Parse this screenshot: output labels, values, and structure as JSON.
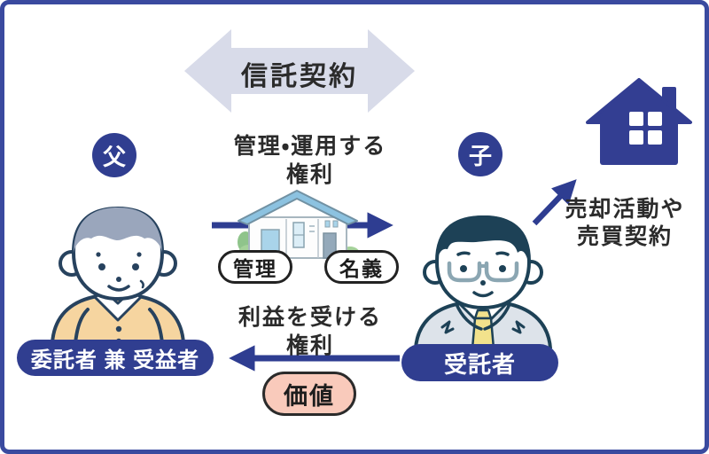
{
  "diagram": {
    "title": "信託契約",
    "father": {
      "badge": "父",
      "role": "委託者 兼 受益者"
    },
    "child": {
      "badge": "子",
      "role": "受託者"
    },
    "manage_right": {
      "line1": "管理・運用する",
      "line2": "権利"
    },
    "benefit_right": {
      "line1": "利益を受ける",
      "line2": "権利"
    },
    "sale_note": {
      "line1": "売却活動や",
      "line2": "売買契約"
    },
    "tags": {
      "manage": "管理",
      "name": "名義",
      "value": "価値"
    },
    "icons": {
      "banner": "double-headed-arrow-icon",
      "middle": "house-illustration",
      "corner": "house-icon"
    },
    "colors": {
      "primary_blue": "#303e90",
      "arrow_blue": "#2e3d91",
      "banner_lavender": "#d8dbe9",
      "value_pink": "#f9cabb",
      "border_blue": "#3a4a9f",
      "text_dark": "#2b2b2b"
    }
  }
}
